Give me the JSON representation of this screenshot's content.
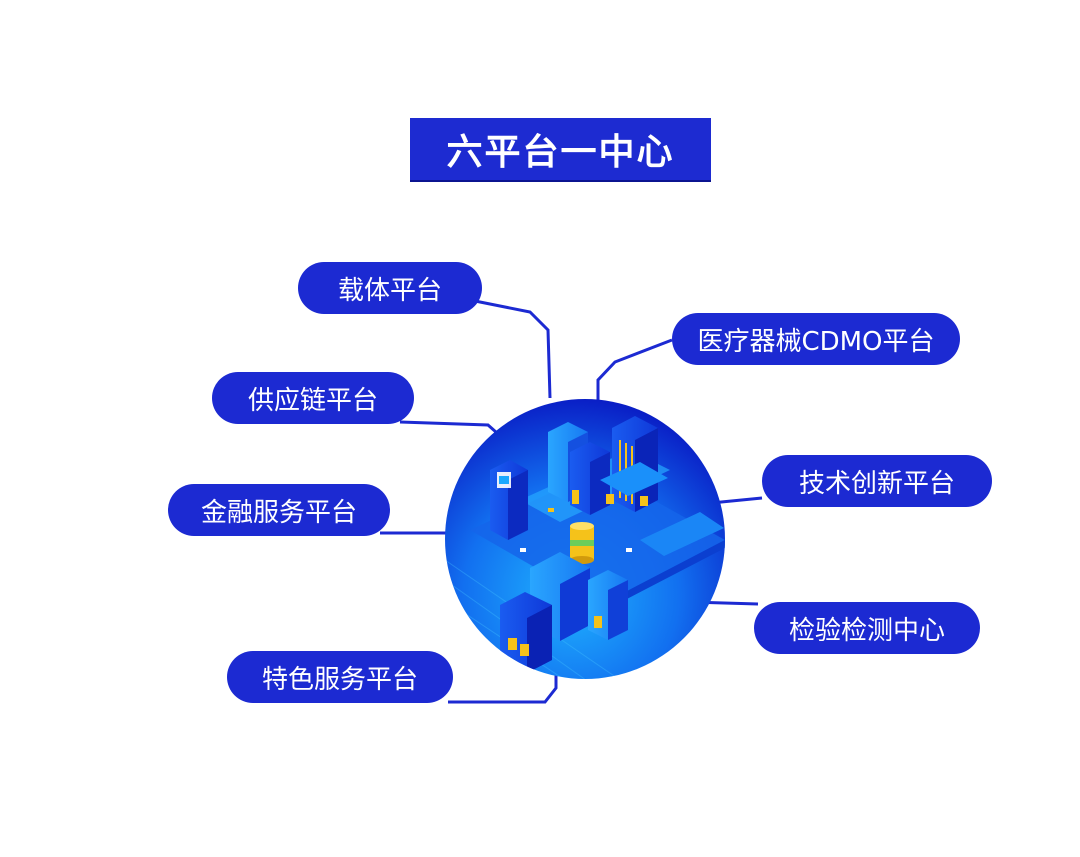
{
  "title": "六平台一中心",
  "platforms": {
    "carrier": "载体平台",
    "medical_cdmo": "医疗器械CDMO平台",
    "supply_chain": "供应链平台",
    "tech_innovation": "技术创新平台",
    "finance_service": "金融服务平台",
    "inspection_center": "检验检测中心",
    "feature_service": "特色服务平台"
  },
  "colors": {
    "primary": "#1c2ad2",
    "circle_dark": "#0a22c8",
    "circle_light": "#19a8ff",
    "accent_yellow": "#f5c21a"
  },
  "illustration": "city-isometric-icon"
}
